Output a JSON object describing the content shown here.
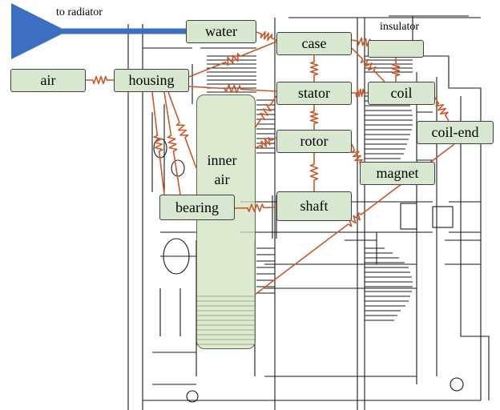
{
  "arrow_label": "to radiator",
  "colors": {
    "resistor": "#c8582a",
    "node_fill": "#d8e7cf",
    "arrow": "#3c6fc2",
    "drawing": "#1a1a1a"
  },
  "nodes": {
    "water": "water",
    "case": "case",
    "air": "air",
    "housing": "housing",
    "stator": "stator",
    "coil": "coil",
    "rotor": "rotor",
    "coil_end": "coil-end",
    "magnet": "magnet",
    "bearing": "bearing",
    "shaft": "shaft",
    "insulator": "insulator",
    "inner_air_line1": "inner",
    "inner_air_line2": "air"
  }
}
